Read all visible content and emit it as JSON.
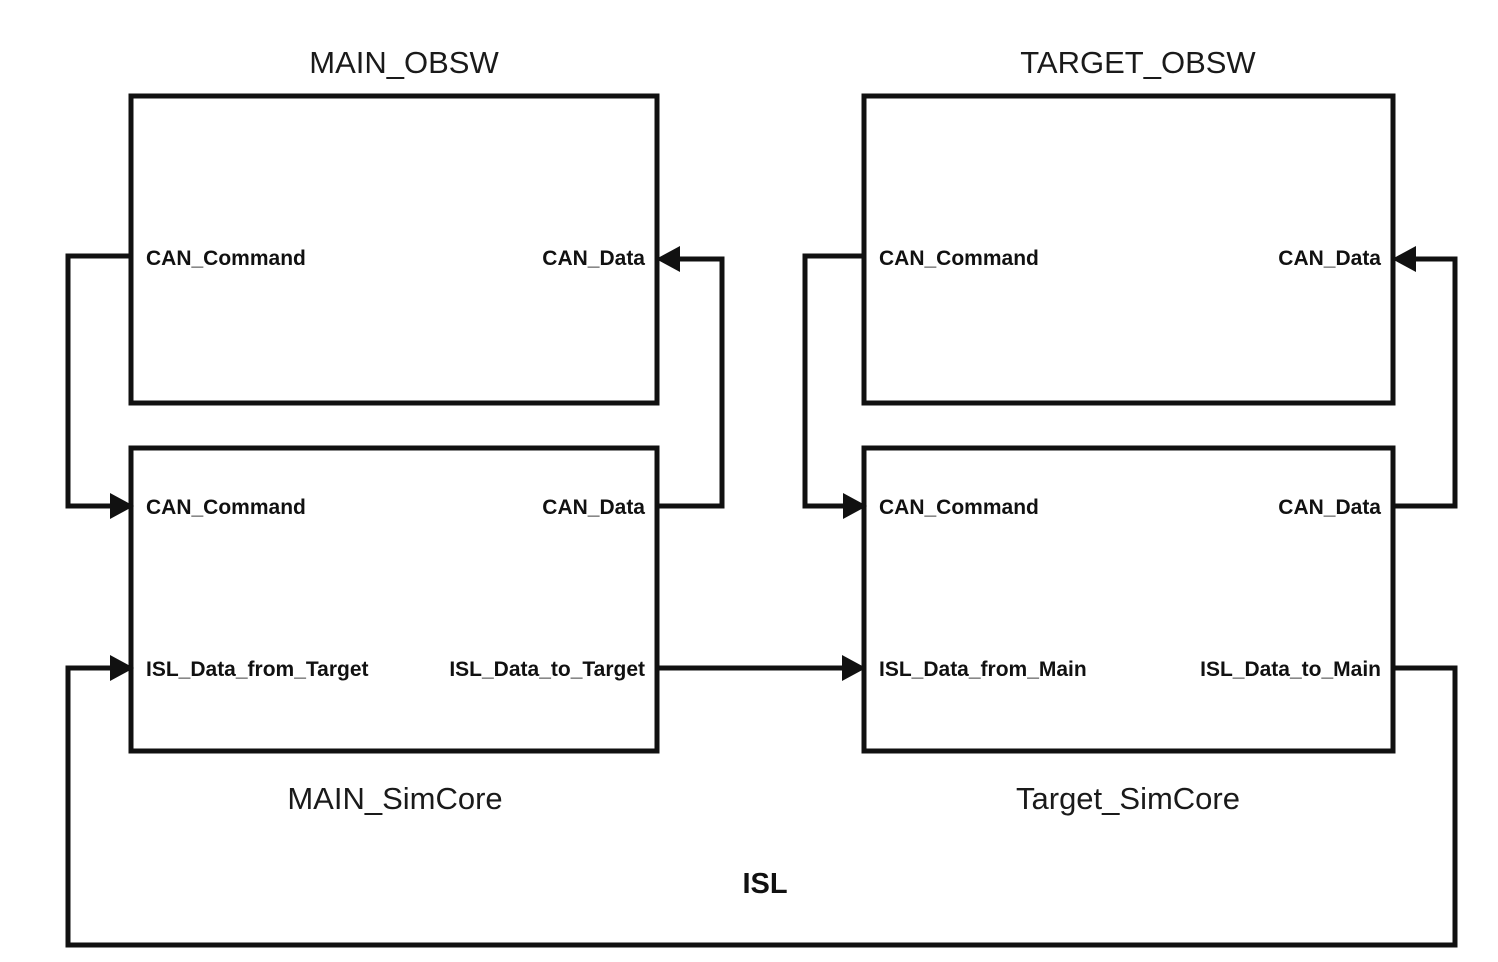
{
  "diagram": {
    "title_text_color": "#1a1a1a",
    "line_color": "#111111",
    "background_color": "#ffffff",
    "blocks": [
      {
        "id": "main_obsw",
        "title": "MAIN_OBSW",
        "title_position": "above",
        "ports": {
          "left_upper": "CAN_Command",
          "right_upper": "CAN_Data"
        }
      },
      {
        "id": "target_obsw",
        "title": "TARGET_OBSW",
        "title_position": "above",
        "ports": {
          "left_upper": "CAN_Command",
          "right_upper": "CAN_Data"
        }
      },
      {
        "id": "main_simcore",
        "title": "MAIN_SimCore",
        "title_position": "below",
        "ports": {
          "left_upper": "CAN_Command",
          "right_upper": "CAN_Data",
          "left_lower": "ISL_Data_from_Target",
          "right_lower": "ISL_Data_to_Target"
        }
      },
      {
        "id": "target_simcore",
        "title": "Target_SimCore",
        "title_position": "below",
        "ports": {
          "left_upper": "CAN_Command",
          "right_upper": "CAN_Data",
          "left_lower": "ISL_Data_from_Main",
          "right_lower": "ISL_Data_to_Main"
        }
      }
    ],
    "link_labels": [
      {
        "id": "isl",
        "text": "ISL"
      }
    ],
    "connections": [
      {
        "id": "main-can-command",
        "from": "main_obsw.CAN_Command",
        "to": "main_simcore.CAN_Command"
      },
      {
        "id": "main-can-data",
        "from": "main_simcore.CAN_Data",
        "to": "main_obsw.CAN_Data"
      },
      {
        "id": "target-can-command",
        "from": "target_obsw.CAN_Command",
        "to": "target_simcore.CAN_Command"
      },
      {
        "id": "target-can-data",
        "from": "target_simcore.CAN_Data",
        "to": "target_obsw.CAN_Data"
      },
      {
        "id": "isl-main-to-target",
        "from": "main_simcore.ISL_Data_to_Target",
        "to": "target_simcore.ISL_Data_from_Main"
      },
      {
        "id": "isl-target-to-main",
        "from": "target_simcore.ISL_Data_to_Main",
        "to": "main_simcore.ISL_Data_from_Target"
      }
    ]
  }
}
